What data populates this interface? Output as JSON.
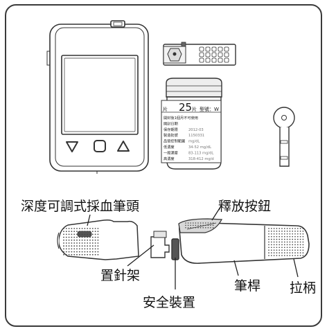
{
  "labels": {
    "adjustable_cap": "深度可調式採血筆頭",
    "release_button": "釋放按鈕",
    "lancet_holder": "置針架",
    "safety_device": "安全裝置",
    "barrel": "筆桿",
    "handle": "拉柄"
  },
  "vial": {
    "count_prefix": "片",
    "count_value": "25",
    "count_suffix": "片",
    "model_label": "型號：W",
    "rows": [
      {
        "label": "開封後1個月不可使用",
        "value": ""
      },
      {
        "label": "開封日期",
        "value": ""
      },
      {
        "label": "保存期限",
        "value": "2012-03"
      },
      {
        "label": "製造批號",
        "value": "1150331"
      },
      {
        "label": "品管控制範圍",
        "value": "mg/dL"
      },
      {
        "label": "低濃度",
        "value": "34-52    mg/dL"
      },
      {
        "label": "一般濃度",
        "value": "83-113   mg/dL"
      },
      {
        "label": "高濃度",
        "value": "318-412  mg/d"
      }
    ]
  }
}
